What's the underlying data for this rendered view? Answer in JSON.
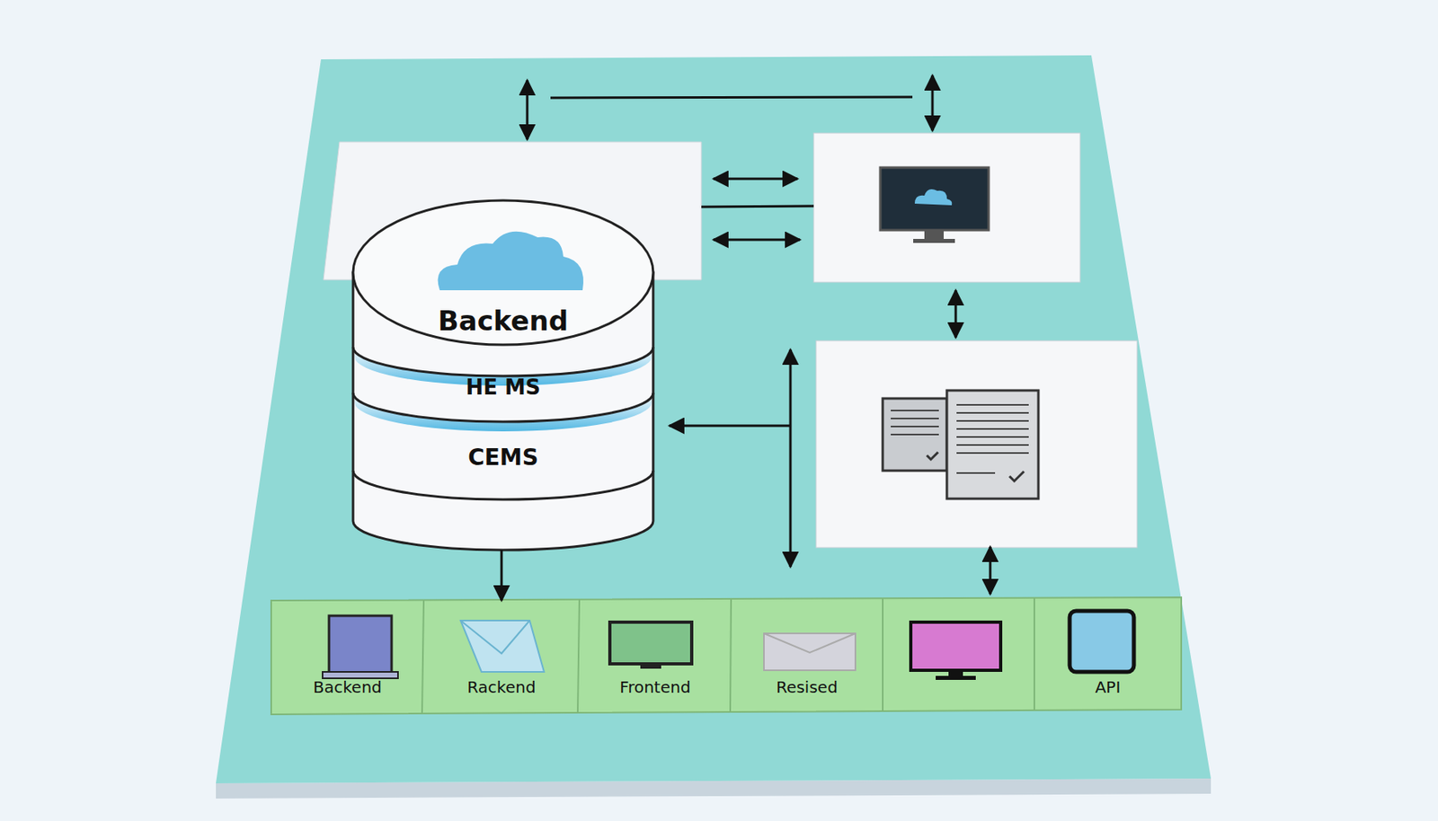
{
  "diagram": {
    "nodes": [
      {
        "text": [
          "Backend",
          "HE MS",
          "CEMS"
        ]
      },
      {
        "text": [
          "Backend"
        ]
      },
      {
        "text": [
          "Rackend"
        ]
      },
      {
        "text": [
          "Frontend"
        ]
      },
      {
        "text": [
          "Resised"
        ]
      },
      {
        "text": [
          "API"
        ]
      }
    ],
    "edges": [
      {
        "from": 0,
        "to": 2,
        "arrow": "to"
      }
    ]
  }
}
